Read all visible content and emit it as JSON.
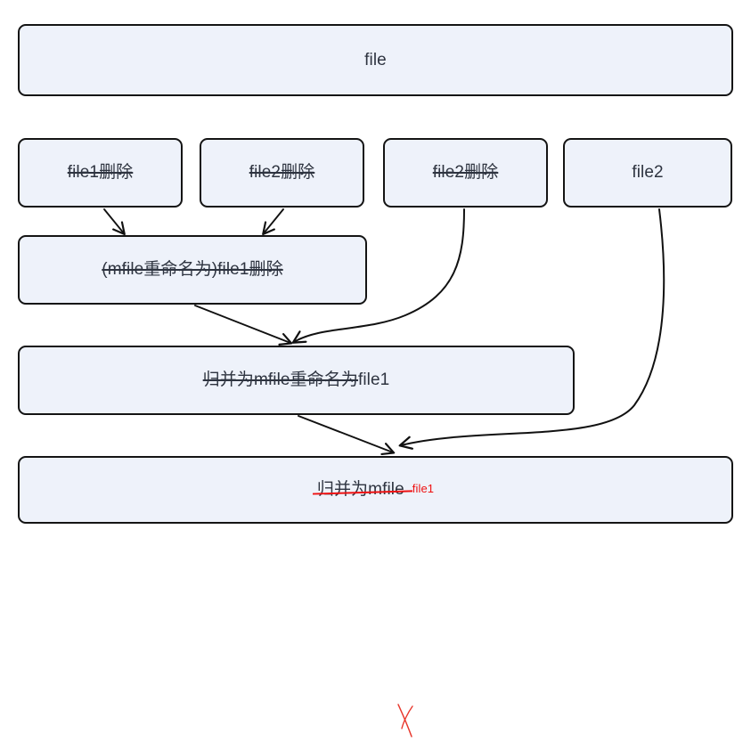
{
  "diagram": {
    "type": "flowchart",
    "title": "git merge file deletion/rename flow",
    "colors": {
      "node_fill": "#eef2fa",
      "node_border": "#141414",
      "text": "#2e3440",
      "annotation_red": "#ee1111",
      "background": "#ffffff"
    },
    "nodes": [
      {
        "id": "file",
        "label": "file",
        "struck": false
      },
      {
        "id": "file1-deleted",
        "label": "file1删除",
        "struck": true
      },
      {
        "id": "file2-deleted-a",
        "label": "file2删除",
        "struck": true
      },
      {
        "id": "file2-deleted-b",
        "label": "file2删除",
        "struck": true
      },
      {
        "id": "file2",
        "label": "file2",
        "struck": false,
        "annotation": "red-x-cross"
      },
      {
        "id": "mfile-renamed",
        "label": "(mfile重命名为)file1删除",
        "struck": true
      },
      {
        "id": "merge-renamed",
        "label": "归并为mfile重命名为",
        "label_tail": "file1",
        "struck": true,
        "annotation": "red-x-cross"
      },
      {
        "id": "merge-mfile",
        "label": "归并为mfile",
        "label_red": "file1",
        "struck": true,
        "annotation": "red-strikethrough"
      }
    ],
    "edges": [
      {
        "from": "file1-deleted",
        "to": "mfile-renamed",
        "style": "straight-arrow"
      },
      {
        "from": "file2-deleted-a",
        "to": "mfile-renamed",
        "style": "straight-arrow"
      },
      {
        "from": "file2-deleted-b",
        "to": "merge-renamed",
        "style": "curved-arrow"
      },
      {
        "from": "mfile-renamed",
        "to": "merge-renamed",
        "style": "straight-arrow"
      },
      {
        "from": "file2",
        "to": "merge-mfile",
        "style": "curved-arrow"
      },
      {
        "from": "merge-renamed",
        "to": "merge-mfile",
        "style": "straight-arrow"
      }
    ]
  }
}
